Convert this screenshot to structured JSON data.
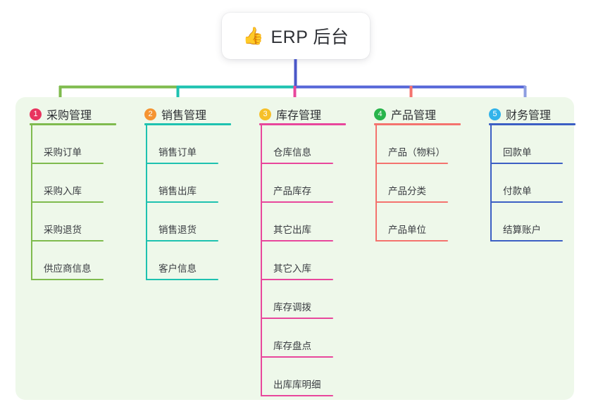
{
  "root": {
    "icon": "thumbs-up-icon",
    "emoji": "👍",
    "title": "ERP 后台"
  },
  "theme": {
    "page_background": "#ffffff",
    "panel_background": "#eef8ea",
    "card_background": "#ffffff",
    "title_text_color": "#2f3136",
    "item_text_color": "#3a3d42",
    "trunk_color": "#4a57c8"
  },
  "columns": [
    {
      "number": "1",
      "title": "采购管理",
      "badge_color": "#e8345f",
      "line_color": "#7fbb4e",
      "connector_color": "#7fbb4e",
      "items": [
        {
          "label": "采购订单"
        },
        {
          "label": "采购入库"
        },
        {
          "label": "采购退货"
        },
        {
          "label": "供应商信息"
        }
      ]
    },
    {
      "number": "2",
      "title": "销售管理",
      "badge_color": "#f59432",
      "line_color": "#1ec2b0",
      "connector_color": "#1ec2b0",
      "items": [
        {
          "label": "销售订单"
        },
        {
          "label": "销售出库"
        },
        {
          "label": "销售退货"
        },
        {
          "label": "客户信息"
        }
      ]
    },
    {
      "number": "3",
      "title": "库存管理",
      "badge_color": "#f6c02a",
      "line_color": "#e8479c",
      "connector_color": "#e8479c",
      "items": [
        {
          "label": "仓库信息"
        },
        {
          "label": "产品库存"
        },
        {
          "label": "其它出库"
        },
        {
          "label": "其它入库"
        },
        {
          "label": "库存调拨"
        },
        {
          "label": "库存盘点"
        },
        {
          "label": "出库库明细"
        }
      ]
    },
    {
      "number": "4",
      "title": "产品管理",
      "badge_color": "#28b44b",
      "line_color": "#f4736e",
      "connector_color": "#f4736e",
      "items": [
        {
          "label": "产品（物料）"
        },
        {
          "label": "产品分类"
        },
        {
          "label": "产品单位"
        }
      ]
    },
    {
      "number": "5",
      "title": "财务管理",
      "badge_color": "#31b3ea",
      "line_color": "#3c5fc4",
      "connector_color": "#8d9ee0",
      "items": [
        {
          "label": "回款单"
        },
        {
          "label": "付款单"
        },
        {
          "label": "结算账户"
        }
      ]
    }
  ]
}
